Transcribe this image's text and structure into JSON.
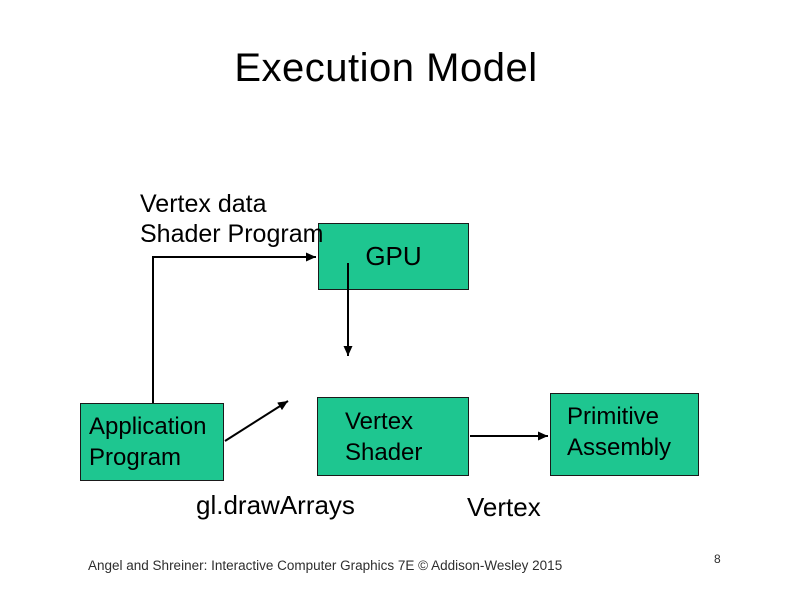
{
  "slide": {
    "title": "Execution Model",
    "annotations": {
      "vertex_data": "Vertex data",
      "shader_program": "Shader Program",
      "gl_draw_arrays": "gl.drawArrays",
      "vertex_output": "Vertex"
    },
    "boxes": {
      "gpu": {
        "label": "GPU"
      },
      "application": {
        "line1": "Application",
        "line2": "Program"
      },
      "vertex_shader": {
        "line1": "Vertex",
        "line2": "Shader"
      },
      "primitive_assembly": {
        "line1": "Primitive",
        "line2": "Assembly"
      }
    },
    "footer": {
      "citation": "Angel and Shreiner: Interactive Computer Graphics 7E © Addison-Wesley 2015",
      "page_number": "8"
    },
    "colors": {
      "box_fill": "#1ec690",
      "box_border": "#1a1a1a",
      "connector": "#000000",
      "background": "#ffffff",
      "text": "#000000"
    }
  }
}
